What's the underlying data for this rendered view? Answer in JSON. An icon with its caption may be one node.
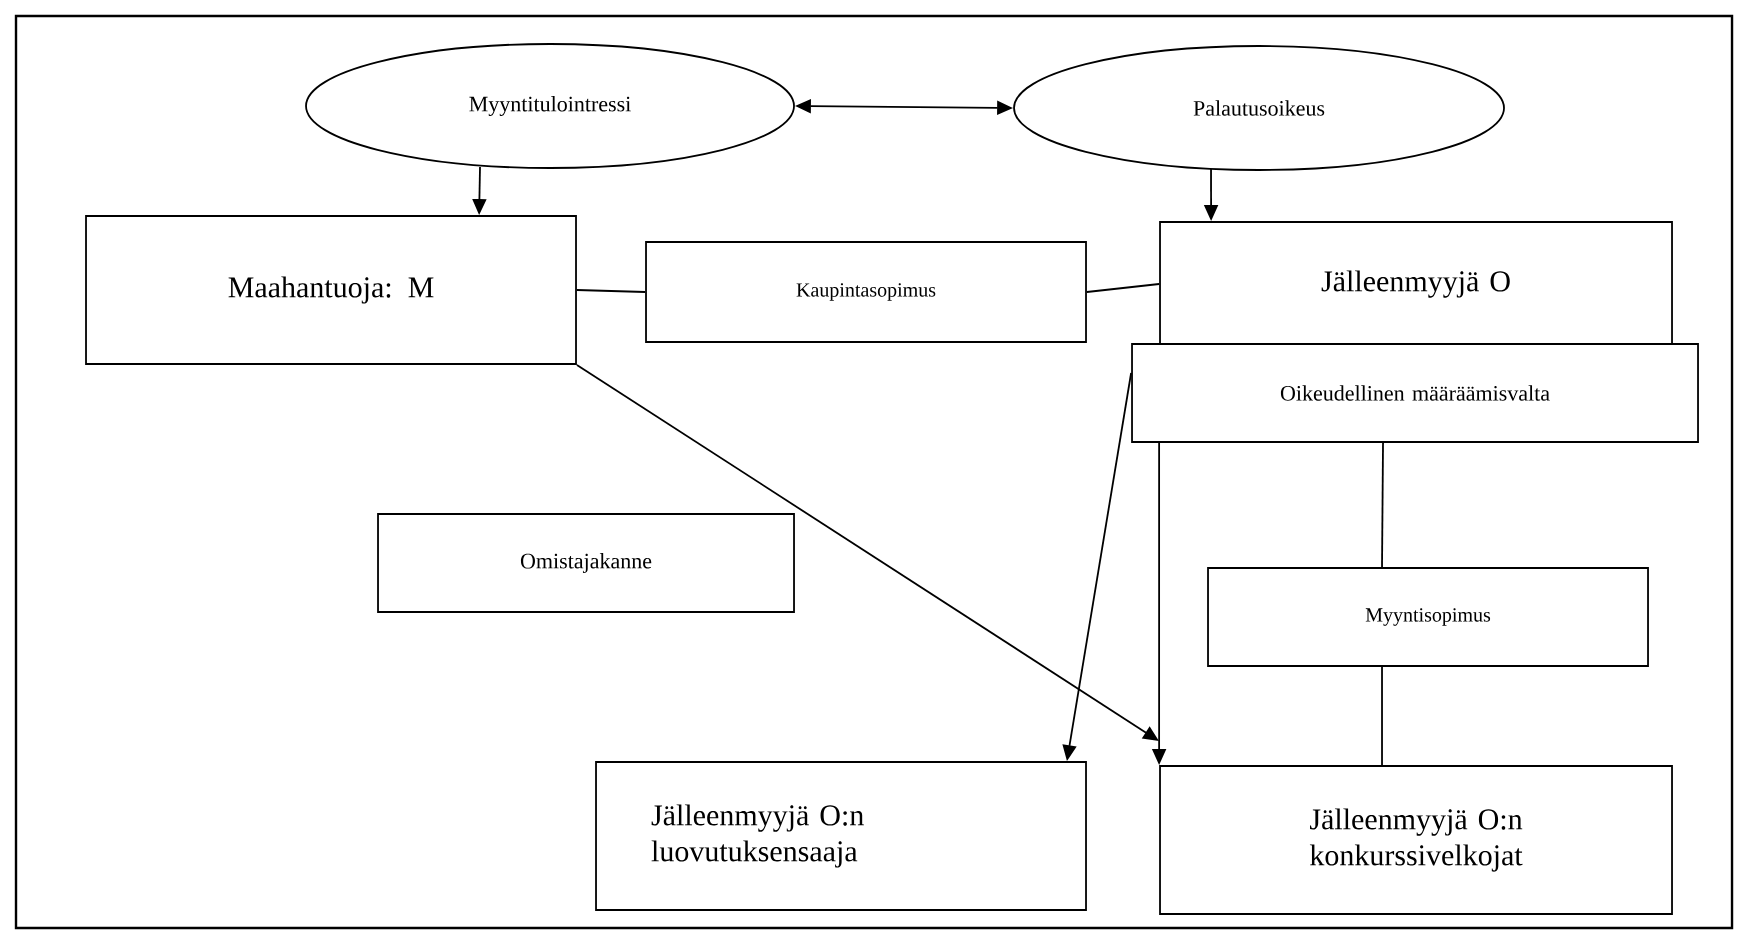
{
  "diagram": {
    "nodes": [
      {
        "text": [
          "Myyntitulointressi"
        ]
      },
      {
        "text": [
          "Palautusoikeus"
        ]
      },
      {
        "text": [
          "Maahantuoja: M"
        ]
      },
      {
        "text": [
          "Kaupintasopimus"
        ]
      },
      {
        "text": [
          "Jälleenmyyjä O"
        ]
      },
      {
        "text": [
          "Oikeudellinen määräämisvalta"
        ]
      },
      {
        "text": [
          "Omistajakanne"
        ]
      },
      {
        "text": [
          "Myyntisopimus"
        ]
      },
      {
        "text": [
          "Jälleenmyyjä O:n luovutuksensaaja"
        ]
      },
      {
        "text": [
          "Jälleenmyyjä O:n konkurssivelkojat"
        ]
      }
    ],
    "edges": [
      {
        "from": 0,
        "to": 1,
        "arrow": "both"
      },
      {
        "from": 0,
        "to": 2,
        "arrow": "to"
      },
      {
        "from": 1,
        "to": 4,
        "arrow": "to"
      },
      {
        "from": 2,
        "to": 3,
        "arrow": "none"
      },
      {
        "from": 3,
        "to": 4,
        "arrow": "none"
      },
      {
        "from": 2,
        "to": 9,
        "arrow": "to"
      },
      {
        "from": 5,
        "to": 8,
        "arrow": "to"
      },
      {
        "from": 5,
        "to": 9,
        "arrow": "to"
      },
      {
        "from": 5,
        "to": 7,
        "arrow": "none"
      },
      {
        "from": 7,
        "to": 9,
        "arrow": "none"
      }
    ]
  }
}
